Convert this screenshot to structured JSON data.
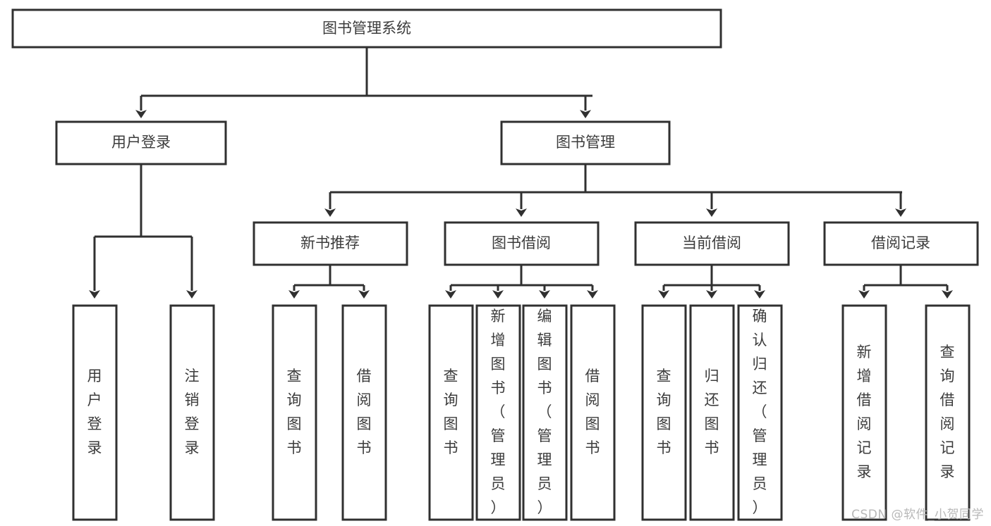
{
  "diagram": {
    "kind": "tree-hierarchy-chart",
    "title": "图书管理系统",
    "background_color": "#ffffff",
    "line_color": "#303030",
    "text_color": "#3c3c3c",
    "box_fill": "#ffffff"
  },
  "nodes": {
    "root": {
      "label": "图书管理系统"
    },
    "level2": [
      {
        "id": "user-login",
        "label": "用户登录"
      },
      {
        "id": "book-manage",
        "label": "图书管理"
      }
    ],
    "level3": [
      {
        "id": "new-book-recommend",
        "label": "新书推荐"
      },
      {
        "id": "book-borrow",
        "label": "图书借阅"
      },
      {
        "id": "current-borrow",
        "label": "当前借阅"
      },
      {
        "id": "borrow-record",
        "label": "借阅记录"
      }
    ],
    "leaves": {
      "user-login": [
        {
          "id": "leaf-user-login",
          "label": "用户登录"
        },
        {
          "id": "leaf-logout-login",
          "label": "注销登录"
        }
      ],
      "new-book-recommend": [
        {
          "id": "leaf-query-book-1",
          "label": "查询图书"
        },
        {
          "id": "leaf-borrow-book-1",
          "label": "借阅图书"
        }
      ],
      "book-borrow": [
        {
          "id": "leaf-query-book-2",
          "label": "查询图书"
        },
        {
          "id": "leaf-add-book",
          "label": "新增图书（管理员）"
        },
        {
          "id": "leaf-edit-book",
          "label": "编辑图书（管理员）"
        },
        {
          "id": "leaf-borrow-book-2",
          "label": "借阅图书"
        }
      ],
      "current-borrow": [
        {
          "id": "leaf-query-book-3",
          "label": "查询图书"
        },
        {
          "id": "leaf-return-book",
          "label": "归还图书"
        },
        {
          "id": "leaf-confirm-return",
          "label": "确认归还（管理员）"
        }
      ],
      "borrow-record": [
        {
          "id": "leaf-add-record",
          "label": "新增借阅记录"
        },
        {
          "id": "leaf-query-record",
          "label": "查询借阅记录"
        }
      ]
    }
  },
  "watermark": {
    "text": "CSDN @软件_小贺同学"
  }
}
